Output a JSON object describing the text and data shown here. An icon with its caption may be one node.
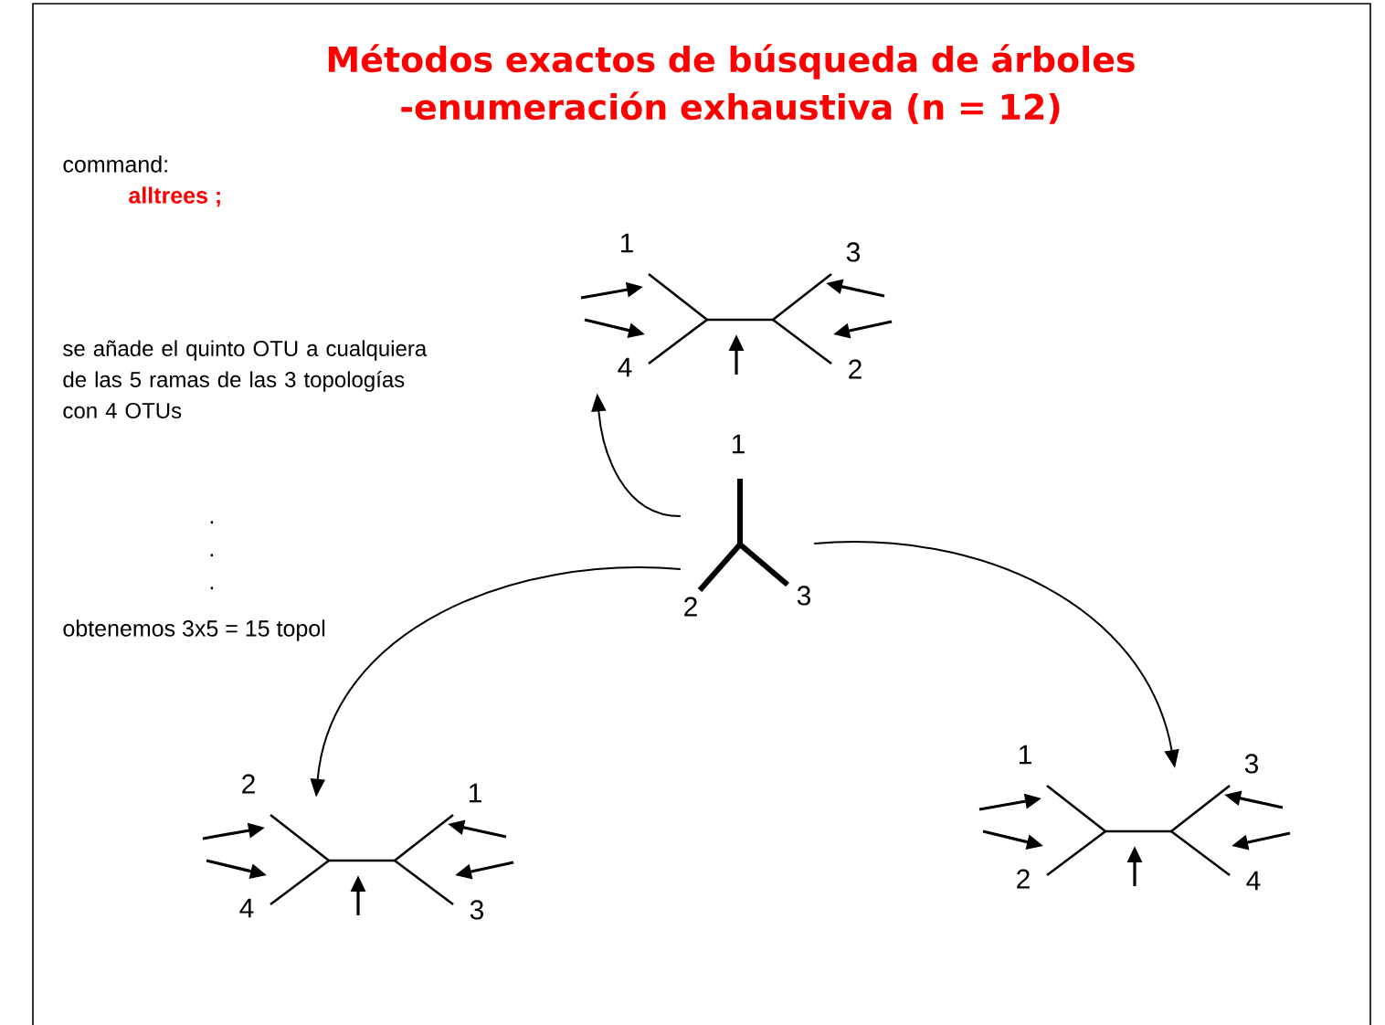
{
  "diagram": {
    "title": "Métodos exactos de búsqueda de árboles -enumeración exhaustiva (n = 12)",
    "nodes": [
      {
        "text": [
          "1",
          "2",
          "3"
        ]
      },
      {
        "text": [
          "1",
          "4",
          "3",
          "2"
        ]
      },
      {
        "text": [
          "2",
          "4",
          "1",
          "3"
        ]
      },
      {
        "text": [
          "1",
          "2",
          "3",
          "4"
        ]
      }
    ],
    "edges": [
      {
        "from": 0,
        "to": 1,
        "arrow": "to"
      },
      {
        "from": 0,
        "to": 2,
        "arrow": "to"
      },
      {
        "from": 0,
        "to": 3,
        "arrow": "to"
      }
    ],
    "labels": [
      "command:",
      "alltrees ;",
      "se añade el quinto OTU a cualquiera de las 5 ramas de las 3 topologías con 4 OTUs",
      ".",
      ".",
      ".",
      "obtenemos 3x5 = 15 topol"
    ]
  }
}
